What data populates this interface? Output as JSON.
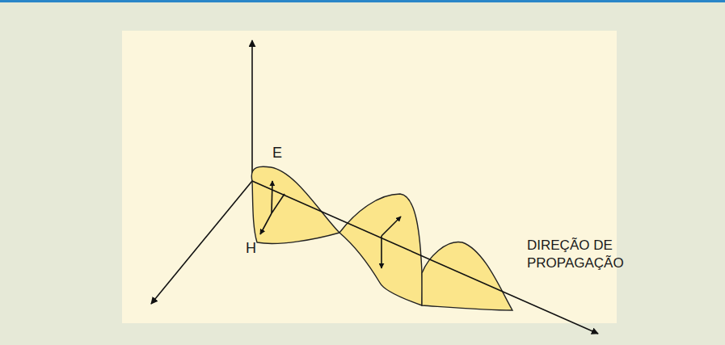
{
  "diagram": {
    "labels": [
      "E",
      "H",
      "DIREÇÃO DE PROPAGAÇÃO"
    ]
  }
}
